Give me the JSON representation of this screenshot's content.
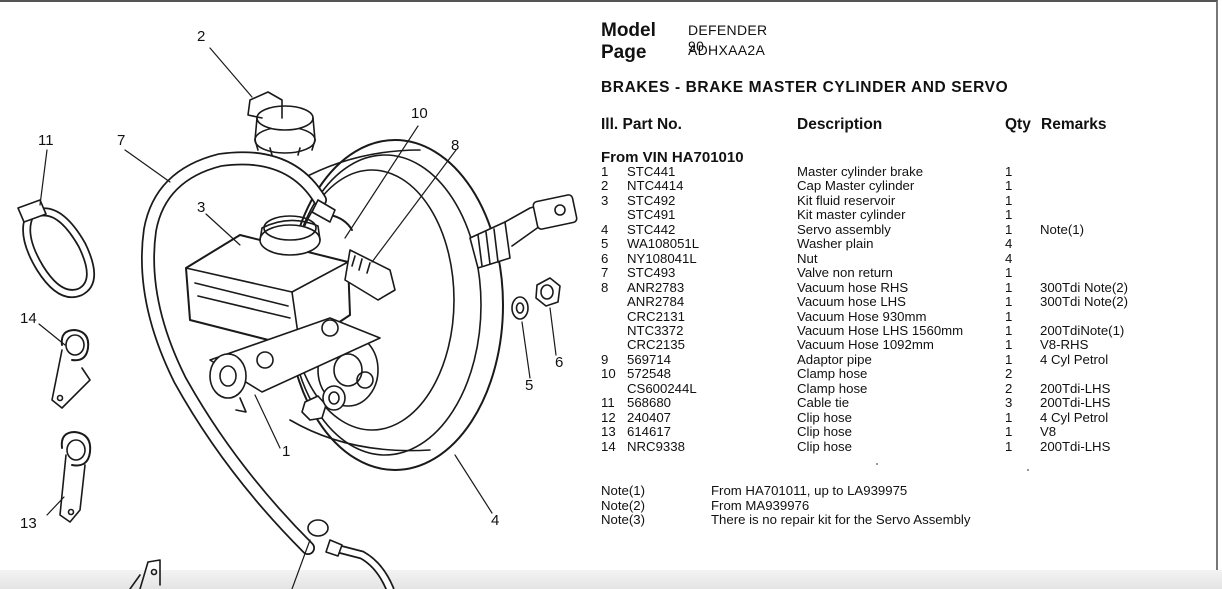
{
  "header": {
    "model_label": "Model",
    "model_value": "DEFENDER 90",
    "page_label": "Page",
    "page_value": "ADHXAA2A"
  },
  "section_title": "BRAKES - BRAKE MASTER CYLINDER AND SERVO",
  "columns": {
    "ill_part_no": "Ill. Part No.",
    "description": "Description",
    "qty": "Qty",
    "remarks": "Remarks"
  },
  "from_vin": "From VIN  HA701010",
  "parts": [
    {
      "ill": "1",
      "part": "STC441",
      "desc": "Master cylinder brake",
      "qty": "1",
      "remarks": ""
    },
    {
      "ill": "2",
      "part": "NTC4414",
      "desc": " Cap Master cylinder",
      "qty": "1",
      "remarks": ""
    },
    {
      "ill": "3",
      "part": "STC492",
      "desc": " Kit fluid reservoir",
      "qty": "1",
      "remarks": ""
    },
    {
      "ill": "",
      "part": "STC491",
      "desc": "Kit master cylinder",
      "qty": "1",
      "remarks": ""
    },
    {
      "ill": "4",
      "part": "STC442",
      "desc": "Servo assembly",
      "qty": "1",
      "remarks": "Note(1)"
    },
    {
      "ill": "5",
      "part": "WA108051L",
      "desc": "Washer plain",
      "qty": "4",
      "remarks": ""
    },
    {
      "ill": "6",
      "part": "NY108041L",
      "desc": "Nut",
      "qty": "4",
      "remarks": ""
    },
    {
      "ill": "7",
      "part": "STC493",
      "desc": "Valve non return",
      "qty": "1",
      "remarks": ""
    },
    {
      "ill": "8",
      "part": "ANR2783",
      "desc": "Vacuum hose RHS",
      "qty": "1",
      "remarks": "300Tdi Note(2)"
    },
    {
      "ill": "",
      "part": "ANR2784",
      "desc": "Vacuum hose LHS",
      "qty": "1",
      "remarks": "300Tdi Note(2)"
    },
    {
      "ill": "",
      "part": "CRC2131",
      "desc": "Vacuum Hose 930mm",
      "qty": "1",
      "remarks": ""
    },
    {
      "ill": "",
      "part": "NTC3372",
      "desc": "Vacuum Hose LHS 1560mm",
      "qty": "1",
      "remarks": "200TdiNote(1)"
    },
    {
      "ill": "",
      "part": "CRC2135",
      "desc": "Vacuum Hose 1092mm",
      "qty": "1",
      "remarks": "V8-RHS"
    },
    {
      "ill": "9",
      "part": "569714",
      "desc": "Adaptor pipe",
      "qty": "1",
      "remarks": "4 Cyl Petrol"
    },
    {
      "ill": "10",
      "part": "572548",
      "desc": "Clamp hose",
      "qty": "2",
      "remarks": ""
    },
    {
      "ill": "",
      "part": "CS600244L",
      "desc": "Clamp hose",
      "qty": "2",
      "remarks": "200Tdi-LHS"
    },
    {
      "ill": "11",
      "part": "568680",
      "desc": "Cable tie",
      "qty": "3",
      "remarks": "200Tdi-LHS"
    },
    {
      "ill": "12",
      "part": "240407",
      "desc": "Clip hose",
      "qty": "1",
      "remarks": "4 Cyl Petrol"
    },
    {
      "ill": "13",
      "part": "614617",
      "desc": "Clip hose",
      "qty": "1",
      "remarks": "V8"
    },
    {
      "ill": "14",
      "part": "NRC9338",
      "desc": "Clip hose",
      "qty": "1",
      "remarks": "200Tdi-LHS"
    }
  ],
  "notes": [
    {
      "label": "Note(1)",
      "text": "From HA701011, up to LA939975"
    },
    {
      "label": "Note(2)",
      "text": "From  MA939976"
    },
    {
      "label": "Note(3)",
      "text": "There is no repair kit for the Servo Assembly"
    }
  ],
  "diagram": {
    "callouts": [
      "1",
      "2",
      "3",
      "4",
      "5",
      "6",
      "7",
      "8",
      "10",
      "11",
      "13",
      "14"
    ]
  }
}
